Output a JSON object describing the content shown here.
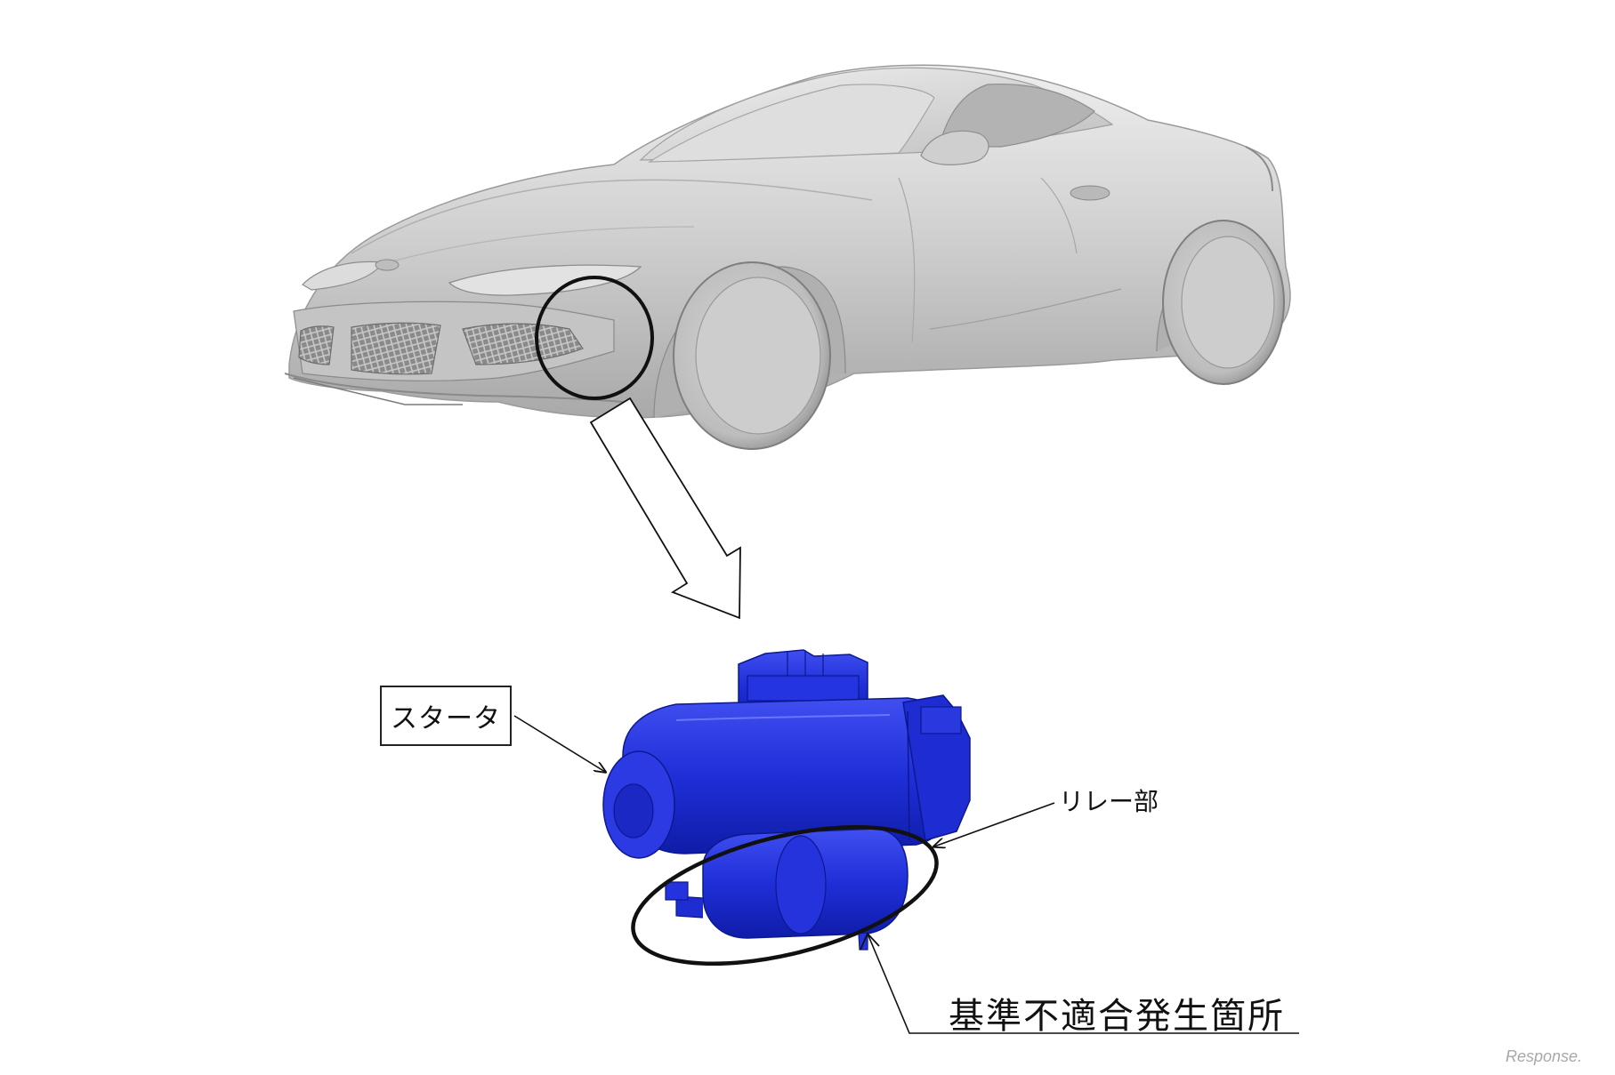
{
  "labels": {
    "starter": "スタータ",
    "relay": "リレー部",
    "defect_location": "基準不適合発生箇所"
  },
  "watermark": "Response.",
  "colors": {
    "starter_blue": "#1e2ed6",
    "car_gray": "#c9c9c9",
    "outline": "#111111"
  }
}
